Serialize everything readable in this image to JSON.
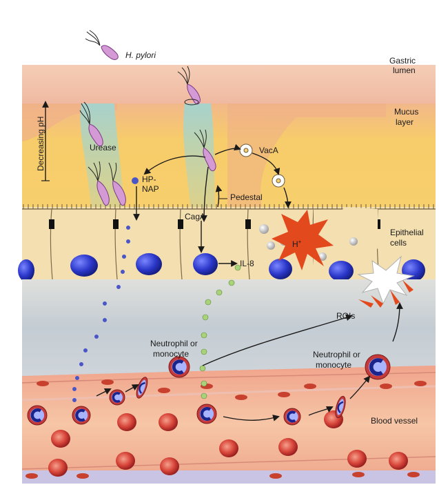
{
  "labels": {
    "h_pylori": "H. pylori",
    "gastric_lumen_1": "Gastric",
    "gastric_lumen_2": "lumen",
    "mucus_layer_1": "Mucus",
    "mucus_layer_2": "layer",
    "decreasing_ph": "Decreasing pH",
    "urease": "Urease",
    "vaca": "VacA",
    "hp_nap_1": "HP-",
    "hp_nap_2": "NAP",
    "pedestal": "Pedestal",
    "caga": "CagA",
    "h_plus": "H",
    "h_plus_sup": "+",
    "epithelial_1": "Epithelial",
    "epithelial_2": "cells",
    "il8": "IL-8",
    "rois": "ROIs",
    "neutrophil_left_1": "Neutrophil or",
    "neutrophil_left_2": "monocyte",
    "neutrophil_right_1": "Neutrophil or",
    "neutrophil_right_2": "monocyte",
    "blood_vessel": "Blood vessel"
  },
  "colors": {
    "lumen": "#f2c0a0",
    "mucus": "#f6c86a",
    "epithelium": "#f3dfb0",
    "lamina": "#cfd6dc",
    "vessel": "#f3b99c",
    "rbc": "#d8463a",
    "nucleus": "#2a36c8",
    "bacterium": "#d49ad6",
    "urease_cloud": "#9ed3cf",
    "h_plus_burst": "#e24a1e",
    "il8_dot": "#a9d27a",
    "nap_dot": "#4a55c8"
  }
}
